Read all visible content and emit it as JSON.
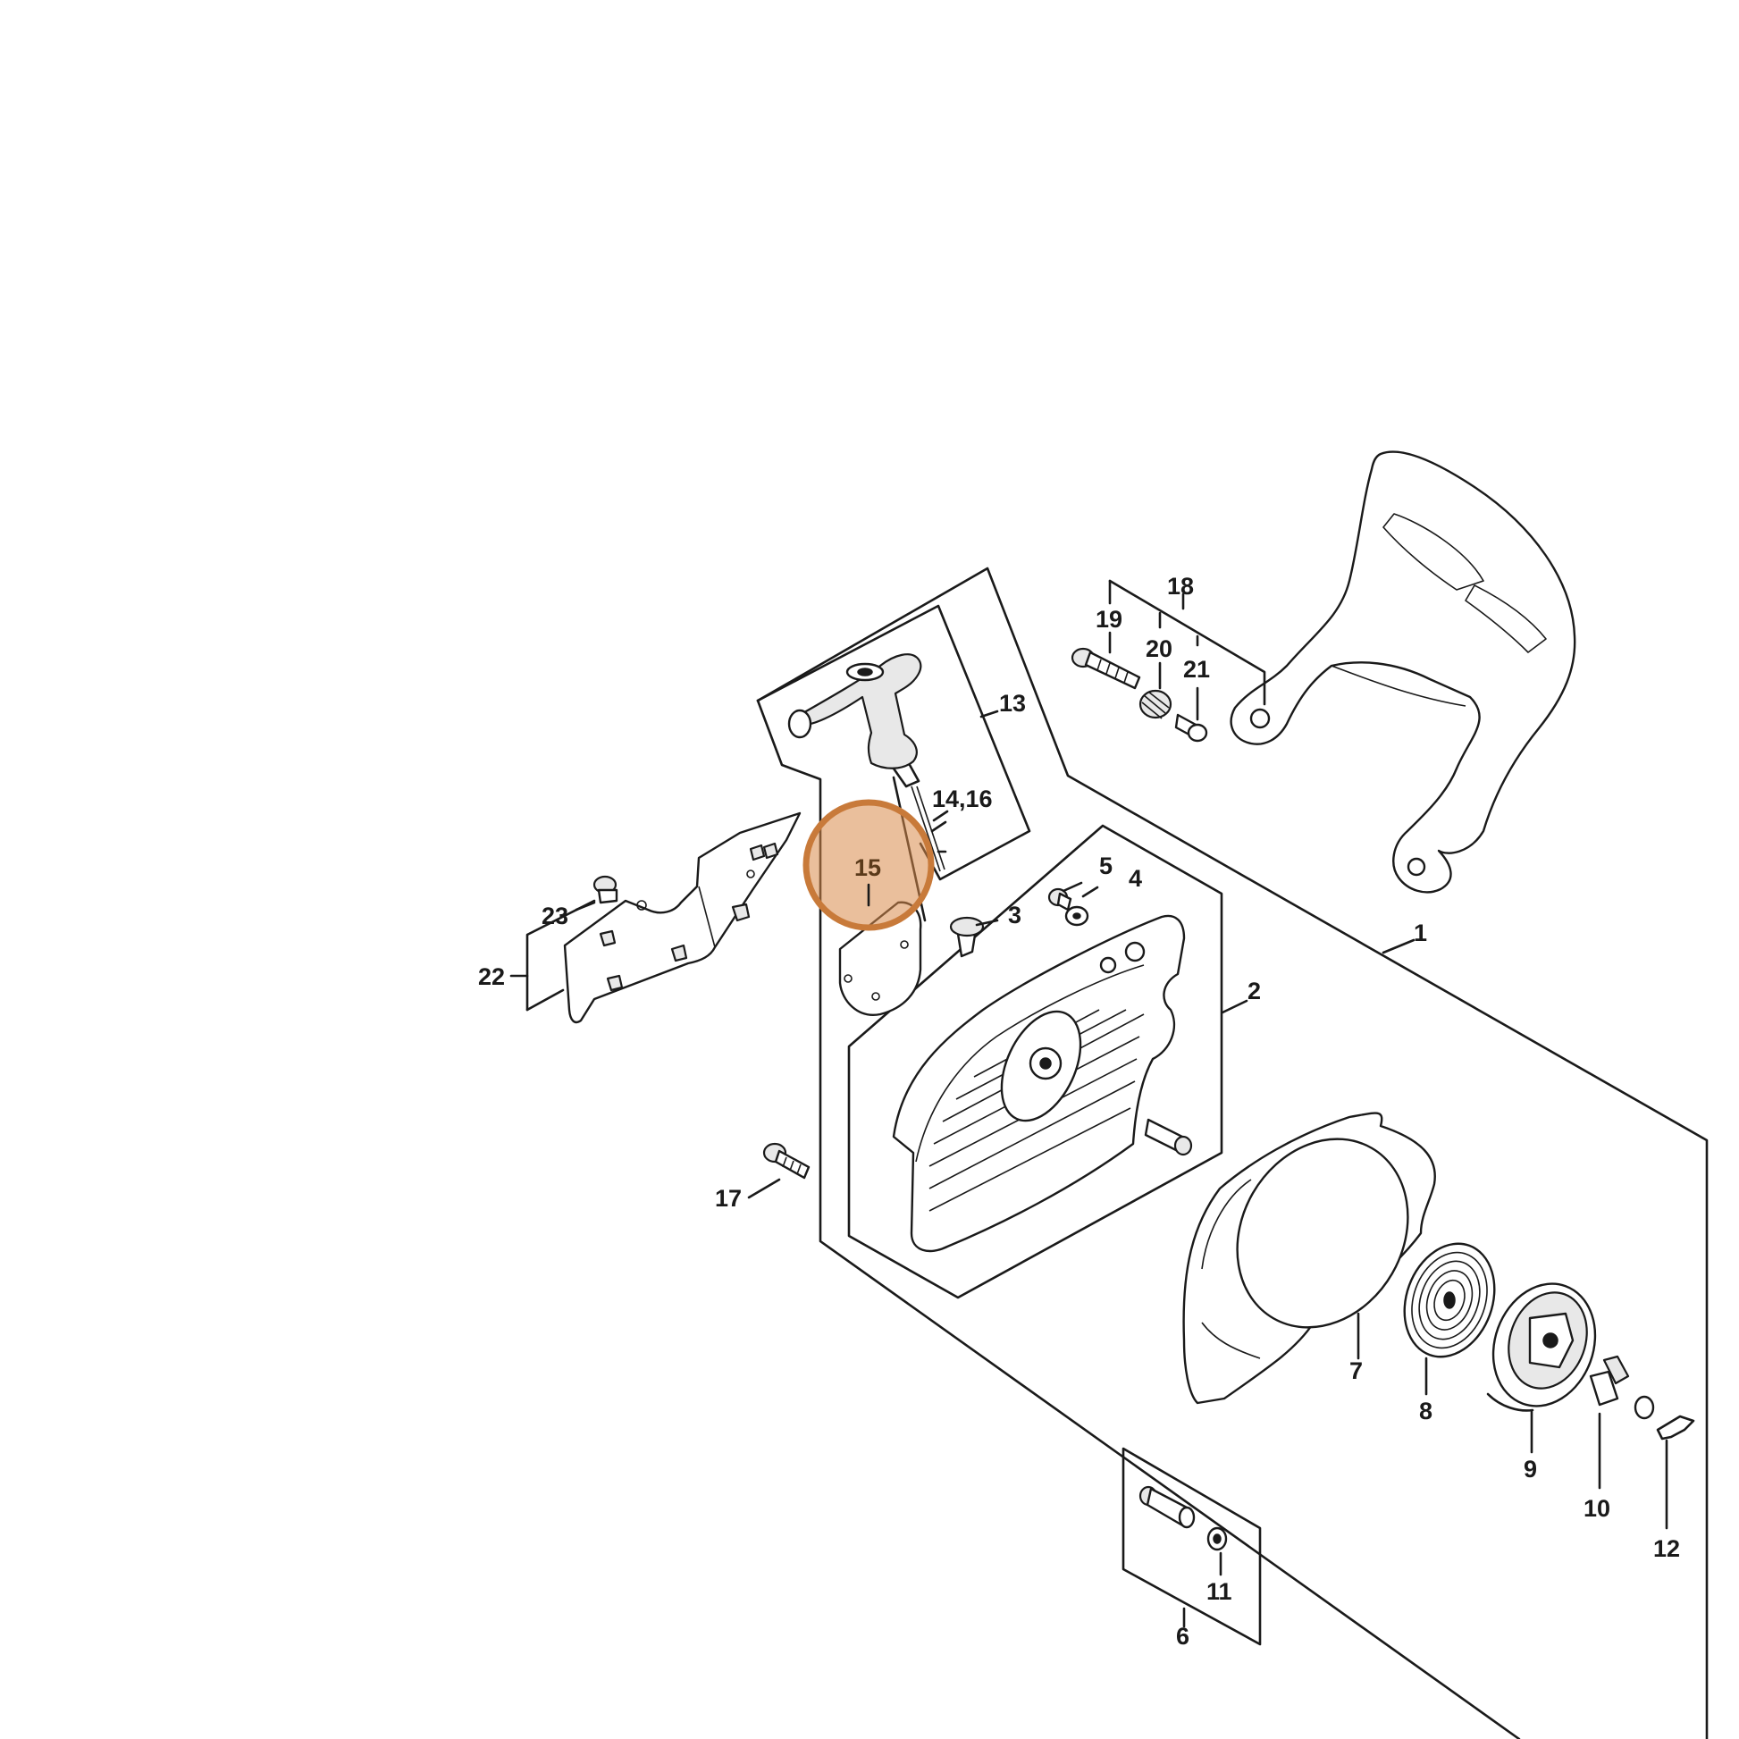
{
  "labels": {
    "p1": "1",
    "p2": "2",
    "p3": "3",
    "p4": "4",
    "p5": "5",
    "p6": "6",
    "p7": "7",
    "p8": "8",
    "p9": "9",
    "p10": "10",
    "p11": "11",
    "p12": "12",
    "p13": "13",
    "p14_16": "14,16",
    "p15": "15",
    "p17": "17",
    "p18": "18",
    "p19": "19",
    "p20": "20",
    "p21": "21",
    "p22": "22",
    "p23": "23"
  },
  "highlight": {
    "part": "15",
    "color": "#d98a4a"
  }
}
